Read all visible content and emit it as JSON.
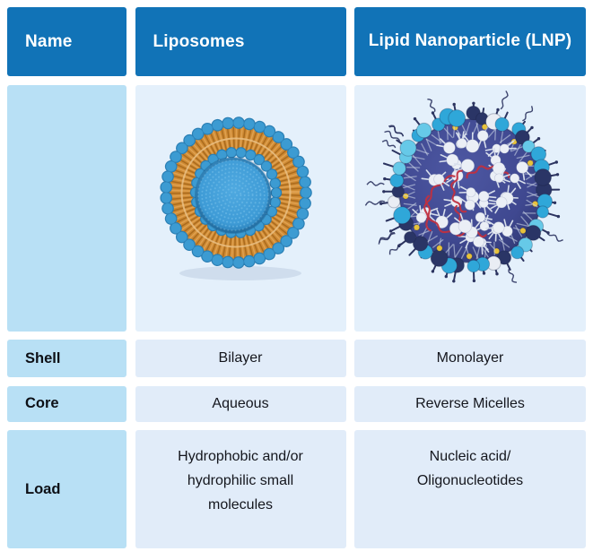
{
  "title": "Liposomes vs Lipid Nanoparticle comparison table",
  "colors": {
    "header_bg": "#1173B7",
    "header_text": "#FFFFFF",
    "label_cell_bg": "#B8E0F5",
    "data_cell_bg": "#E1ECF9",
    "image_cell_bg": "#E4F0FB",
    "body_text": "#14161D"
  },
  "table": {
    "headers": {
      "name": "Name",
      "liposomes": "Liposomes",
      "lnp": "Lipid Nanoparticle (LNP)"
    },
    "rows": {
      "shell": {
        "label": "Shell",
        "liposomes": "Bilayer",
        "lnp": "Monolayer"
      },
      "core": {
        "label": "Core",
        "liposomes": "Aqueous",
        "lnp": "Reverse Micelles"
      },
      "load": {
        "label": "Load",
        "liposomes": "Hydrophobic and/or hydrophilic small molecules",
        "lnp": "Nucleic acid/ Oligonucleotides"
      }
    }
  },
  "illustrations": {
    "liposome": {
      "name": "liposome-cutaway-illustration",
      "palette": {
        "membrane_blue": "#3C9BD2",
        "membrane_blue_dark": "#2B7FB4",
        "tails_orange": "#CE8A33",
        "tails_dark": "#A5661B",
        "tails_light": "#E2A455",
        "core_blue": "#3E9BD6"
      }
    },
    "lnp": {
      "name": "lnp-sphere-illustration",
      "palette": {
        "core_navy": "#3F4890",
        "bead_cyan": "#2FA7D9",
        "bead_white": "#E9EDF4",
        "bead_dark": "#2A3566",
        "bead_lightcyan": "#66C9E8",
        "bead_yellow": "#E7C23B",
        "rna_red": "#C03040",
        "stick_navy": "#2C3460"
      }
    }
  }
}
